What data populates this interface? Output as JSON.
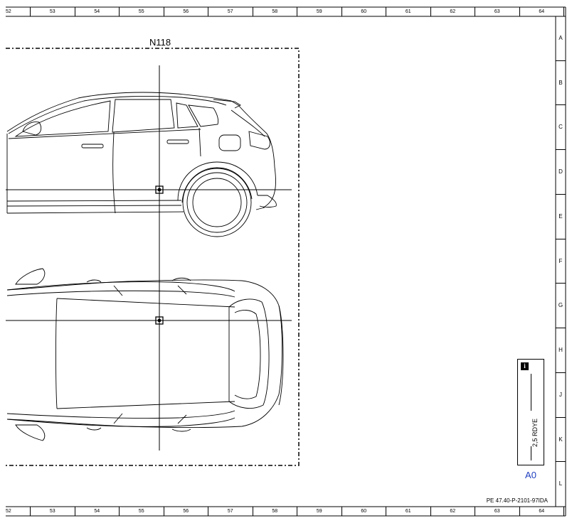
{
  "ruler": {
    "columns": [
      "52",
      "53",
      "54",
      "55",
      "56",
      "57",
      "58",
      "59",
      "60",
      "61",
      "62",
      "63",
      "64"
    ]
  },
  "side_ruler": {
    "rows": [
      "A",
      "B",
      "C",
      "D",
      "E",
      "F",
      "G",
      "H",
      "J",
      "K",
      "L"
    ]
  },
  "connector": {
    "label": "N118"
  },
  "wire": {
    "text": "2,5 RDYE",
    "info_icon": "i"
  },
  "sheet": {
    "size": "A0",
    "doc_id": "PE 47.40-P-2101-97IDA"
  },
  "colors": {
    "accent_blue": "#1f3fbf",
    "line": "#000000"
  }
}
